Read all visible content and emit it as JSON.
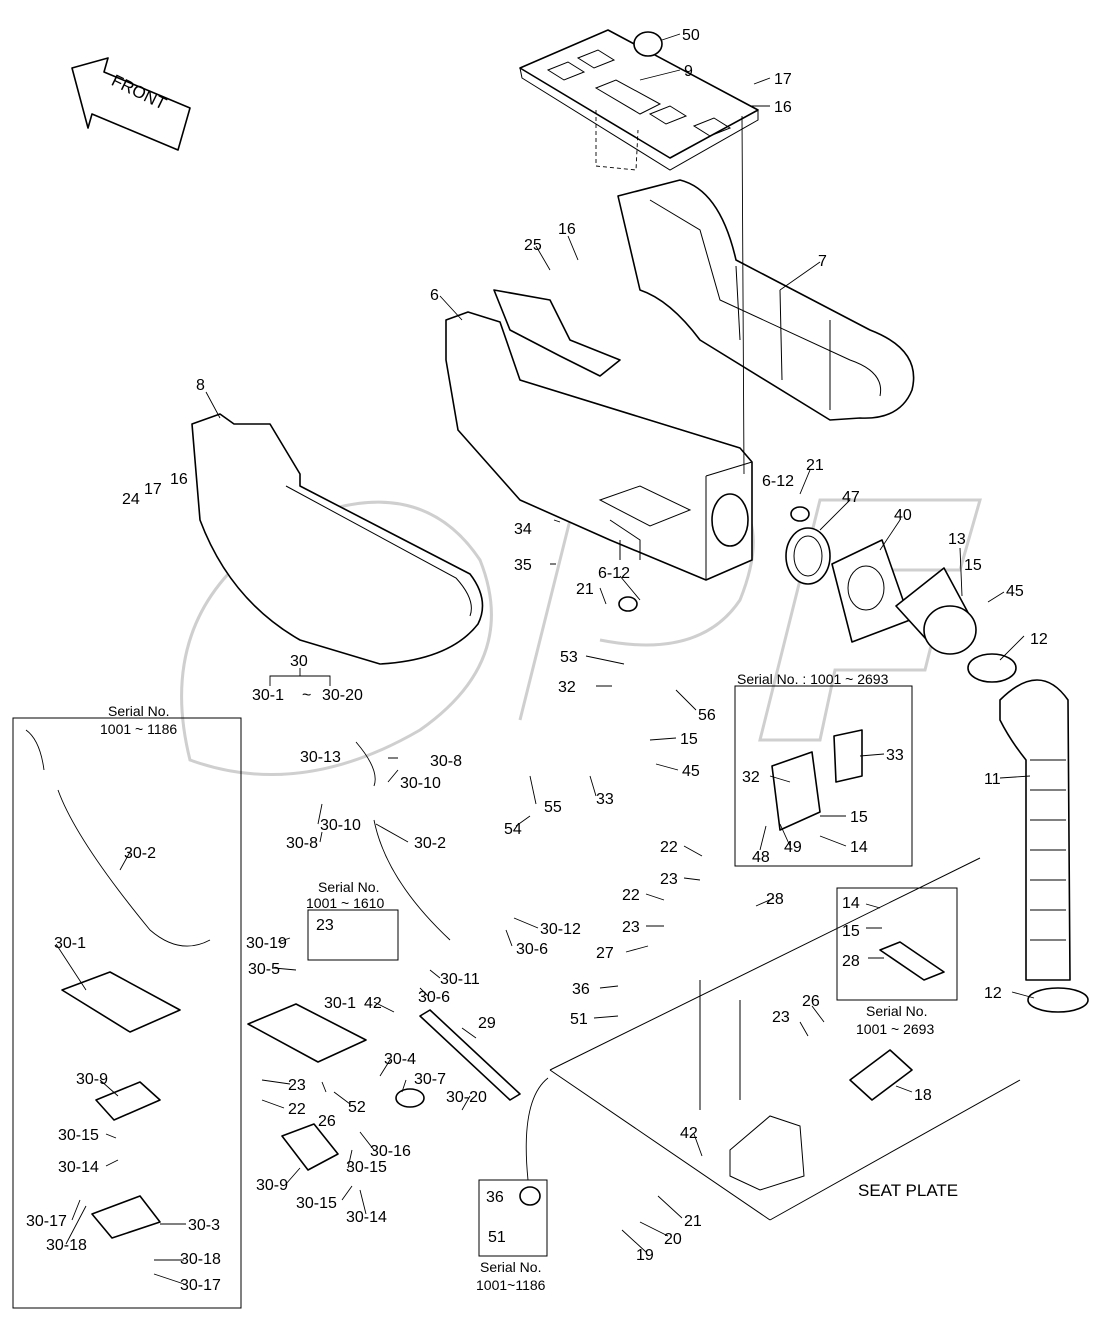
{
  "orientation": {
    "label": "FRONT"
  },
  "seat_plate": {
    "label": "SEAT PLATE"
  },
  "assembly": {
    "number": "30",
    "range_start": "30-1",
    "range_sep": "~",
    "range_end": "30-20"
  },
  "serial_boxes": [
    {
      "id": "left-detail",
      "title": "Serial No.",
      "range": "1001 ~ 1186"
    },
    {
      "id": "switch-detail",
      "title": "Serial No. : 1001 ~ 2693"
    },
    {
      "id": "pin-detail",
      "title": "Serial No.",
      "range": "1001 ~ 1610"
    },
    {
      "id": "bracket-detail",
      "title": "Serial No.",
      "range": "1001 ~ 2693"
    },
    {
      "id": "bottom-detail",
      "title": "Serial No.",
      "range": "1001~1186"
    }
  ],
  "callouts": {
    "c50": "50",
    "c9": "9",
    "c17a": "17",
    "c16a": "16",
    "c7": "7",
    "c16b": "16",
    "c25": "25",
    "c6": "6",
    "c8": "8",
    "c24": "24",
    "c17b": "17",
    "c16c": "16",
    "c34": "34",
    "c35": "35",
    "c21a": "21",
    "c612a": "6-12",
    "c21b": "21",
    "c612b": "6-12",
    "c47": "47",
    "c40": "40",
    "c13": "13",
    "c15a": "15",
    "c45a": "45",
    "c12a": "12",
    "c11": "11",
    "c53": "53",
    "c32a": "32",
    "c56": "56",
    "c15b": "15",
    "c45b": "45",
    "c33a": "33",
    "c55": "55",
    "c54": "54",
    "c33b": "33",
    "c32b": "32",
    "c15c": "15",
    "c48": "48",
    "c49": "49",
    "c14a": "14",
    "c3013": "30-13",
    "c308a": "30-8",
    "c3010a": "30-10",
    "c3010b": "30-10",
    "c308b": "30-8",
    "c302a": "30-2",
    "c302b": "30-2",
    "c22a": "22",
    "c23a": "23",
    "c28a": "28",
    "c22b": "22",
    "c23b": "23",
    "c27": "27",
    "c14b": "14",
    "c15d": "15",
    "c28b": "28",
    "c36a": "36",
    "c51a": "51",
    "c26a": "26",
    "c23c": "23",
    "c12b": "12",
    "c18": "18",
    "c3019": "30-19",
    "c23d": "23",
    "c305": "30-5",
    "c301a": "30-1",
    "c42a": "42",
    "c29": "29",
    "c3012": "30-12",
    "c306a": "30-6",
    "c3011": "30-11",
    "c306b": "30-6",
    "c301b": "30-1",
    "c309a": "30-9",
    "c3015a": "30-15",
    "c3014a": "30-14",
    "c3017a": "30-17",
    "c3018a": "30-18",
    "c303": "30-3",
    "c3018b": "30-18",
    "c3017b": "30-17",
    "c304": "30-4",
    "c307": "30-7",
    "c23e": "23",
    "c22c": "22",
    "c26b": "26",
    "c52": "52",
    "c3020": "30-20",
    "c3016": "30-16",
    "c3015b": "30-15",
    "c309b": "30-9",
    "c3015c": "30-15",
    "c3014b": "30-14",
    "c42b": "42",
    "c21c": "21",
    "c20": "20",
    "c19": "19",
    "c36b": "36",
    "c51b": "51"
  }
}
